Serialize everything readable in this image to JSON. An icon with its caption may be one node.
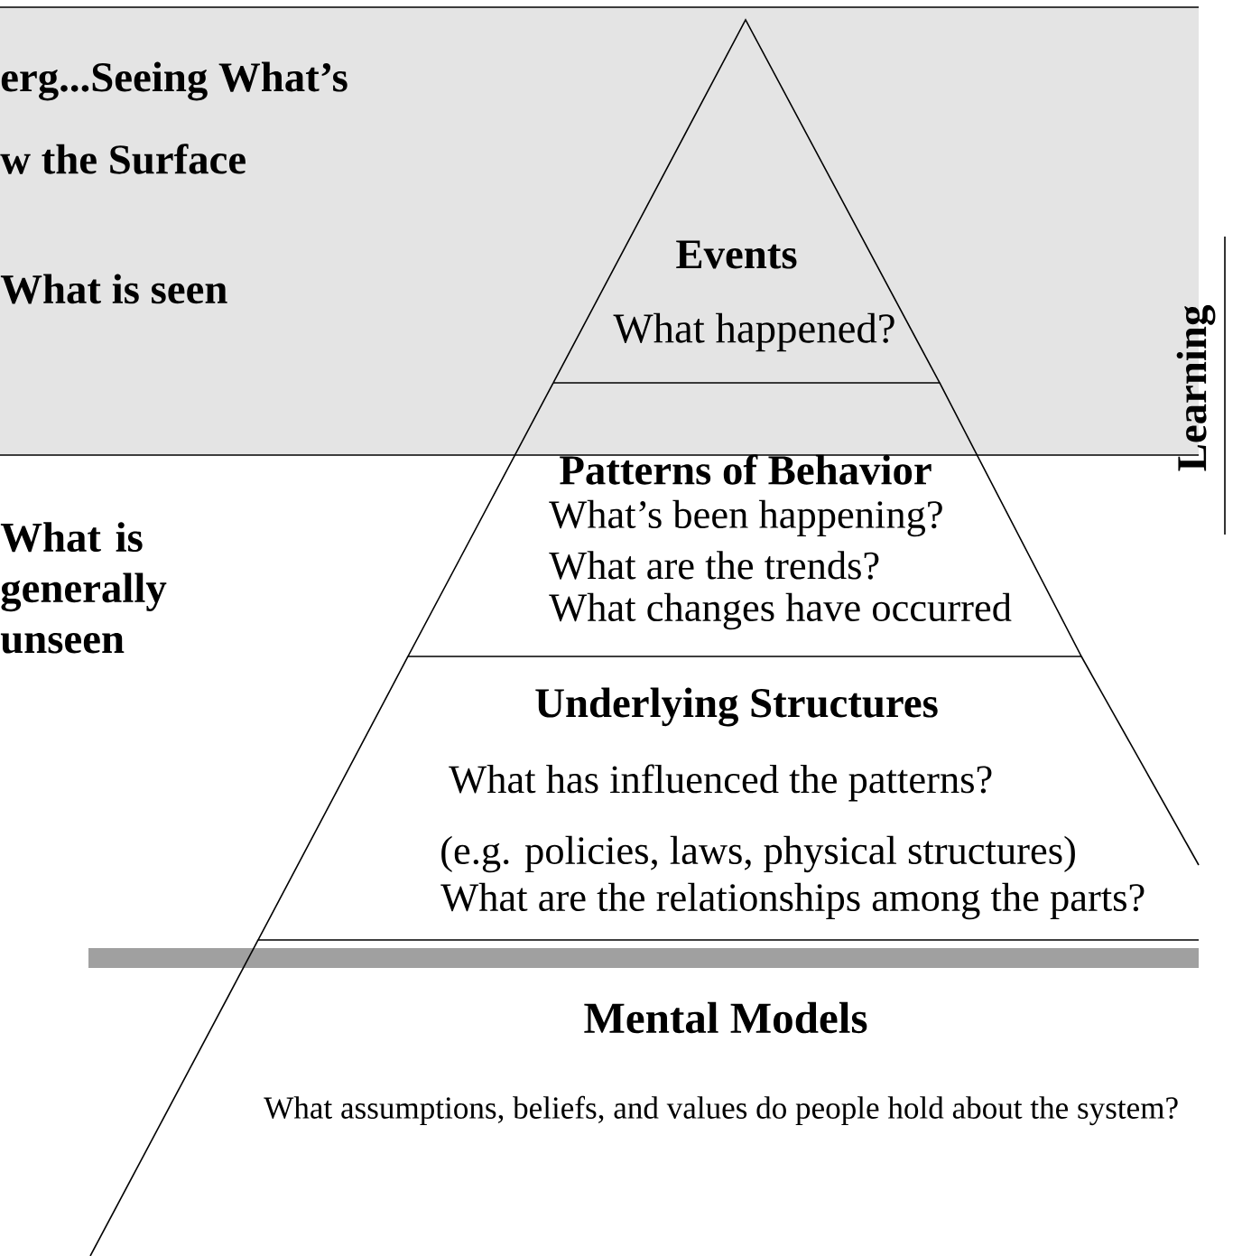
{
  "diagram": {
    "nodes": [
      {
        "text": [
          "Events",
          "What happened?"
        ]
      },
      {
        "text": [
          "Patterns of Behavior",
          "What’s been happening?",
          "What are the trends?",
          "What changes have occurred"
        ]
      },
      {
        "text": [
          "Underlying Structures",
          "What has influenced the patterns?",
          "(e.g. policies, laws, physical structures)",
          "What are the relationships among the parts?"
        ]
      },
      {
        "text": [
          "Mental Models",
          "What assumptions, beliefs, and values do people hold about the system?"
        ]
      }
    ],
    "labels": [
      "erg...Seeing What’s",
      "w the Surface",
      "What is seen",
      "What is generally unseen",
      "Learning"
    ]
  }
}
